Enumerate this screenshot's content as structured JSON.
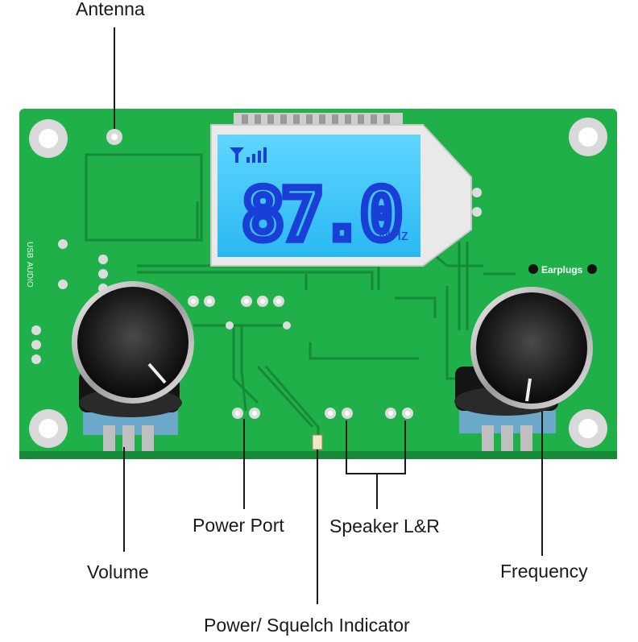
{
  "board": {
    "pcb_color": "#1fb04a",
    "pcb_dark": "#168a37",
    "silk": [
      "USB",
      "AUDIO"
    ],
    "earplug_label": "Earplugs"
  },
  "lcd": {
    "frequency": "87.0",
    "unit": "MHz",
    "backlight_color": "#3dc8ff",
    "segment_color": "#1a3fd6",
    "signal_icon": "antenna-signal-icon"
  },
  "callouts": {
    "antenna": "Antenna",
    "power_port": "Power Port",
    "speaker": "Speaker L&R",
    "volume": "Volume",
    "frequency": "Frequency",
    "indicator": "Power/ Squelch Indicator"
  },
  "knobs": {
    "volume_icon": "volume-knob",
    "frequency_icon": "frequency-knob"
  }
}
